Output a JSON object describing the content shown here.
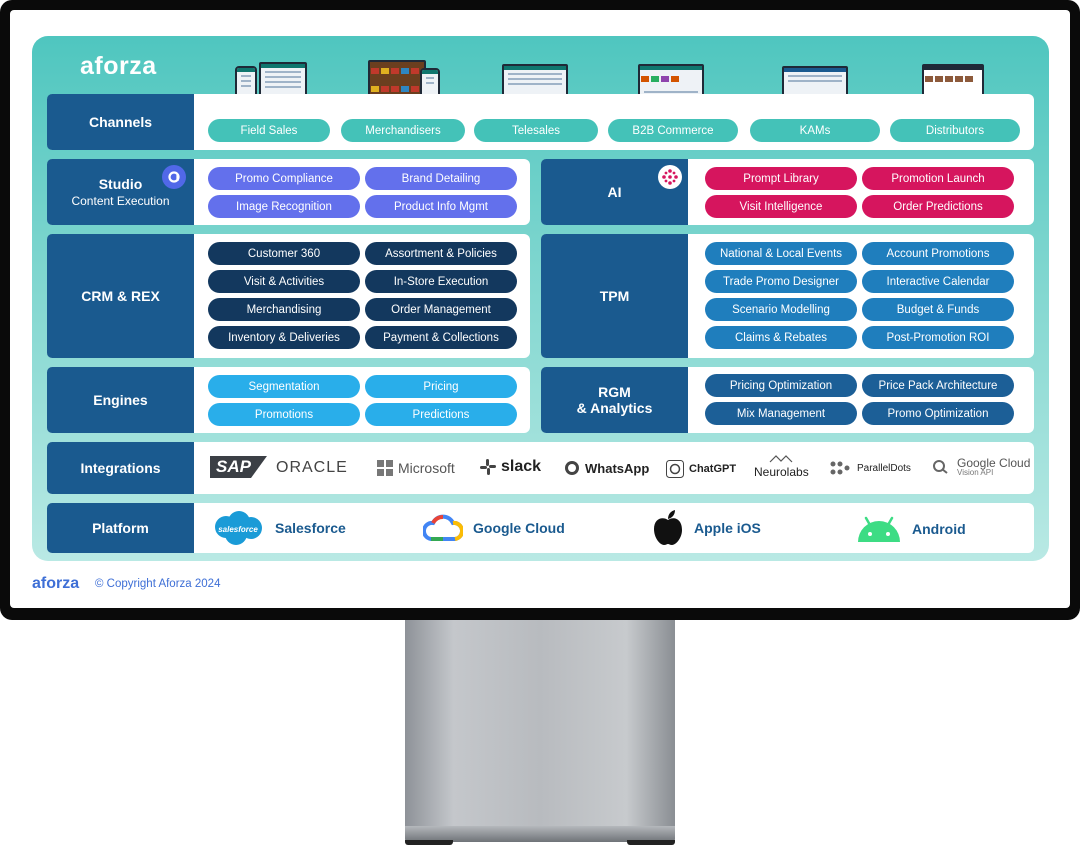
{
  "brand": {
    "logo": "aforza",
    "copyright": "© Copyright Aforza 2024"
  },
  "channels": {
    "label": "Channels",
    "items": [
      "Field Sales",
      "Merchandisers",
      "Telesales",
      "B2B Commerce",
      "KAMs",
      "Distributors"
    ]
  },
  "studio": {
    "label": "Studio",
    "sub": "Content Execution",
    "badge_icon": "aforza-a-icon",
    "items": [
      "Promo Compliance",
      "Brand Detailing",
      "Image Recognition",
      "Product Info Mgmt"
    ]
  },
  "ai": {
    "label": "AI",
    "badge_icon": "ai-spark-icon",
    "items": [
      "Prompt Library",
      "Promotion Launch",
      "Visit Intelligence",
      "Order Predictions"
    ]
  },
  "crm": {
    "label": "CRM & REX",
    "items": [
      "Customer 360",
      "Assortment & Policies",
      "Visit & Activities",
      "In-Store Execution",
      "Merchandising",
      "Order Management",
      "Inventory & Deliveries",
      "Payment & Collections"
    ]
  },
  "tpm": {
    "label": "TPM",
    "items": [
      "National & Local Events",
      "Account Promotions",
      "Trade Promo Designer",
      "Interactive Calendar",
      "Scenario Modelling",
      "Budget & Funds",
      "Claims & Rebates",
      "Post-Promotion ROI"
    ]
  },
  "engines": {
    "label": "Engines",
    "items": [
      "Segmentation",
      "Pricing",
      "Promotions",
      "Predictions"
    ]
  },
  "rgm": {
    "label_line1": "RGM",
    "label_line2": "& Analytics",
    "items": [
      "Pricing Optimization",
      "Price Pack Architecture",
      "Mix Management",
      "Promo Optimization"
    ]
  },
  "integrations": {
    "label": "Integrations",
    "logos": [
      "SAP",
      "ORACLE",
      "Microsoft",
      "slack",
      "WhatsApp",
      "ChatGPT",
      "Neurolabs",
      "ParallelDots",
      "Google Cloud",
      "Vision API"
    ]
  },
  "platform": {
    "label": "Platform",
    "items": [
      "Salesforce",
      "Google Cloud",
      "Apple iOS",
      "Android"
    ],
    "salesforce_cloud_text": "salesforce"
  },
  "colors": {
    "canvas_teal": "#4fc6bf",
    "label_blue": "#1a5a8f",
    "teal_pill": "#44c2b8",
    "purple_pill": "#6370ec",
    "magenta_pill": "#d6155e",
    "navy_pill": "#13385e",
    "blue_pill": "#1f7ebd",
    "sky_pill": "#29aeea"
  }
}
